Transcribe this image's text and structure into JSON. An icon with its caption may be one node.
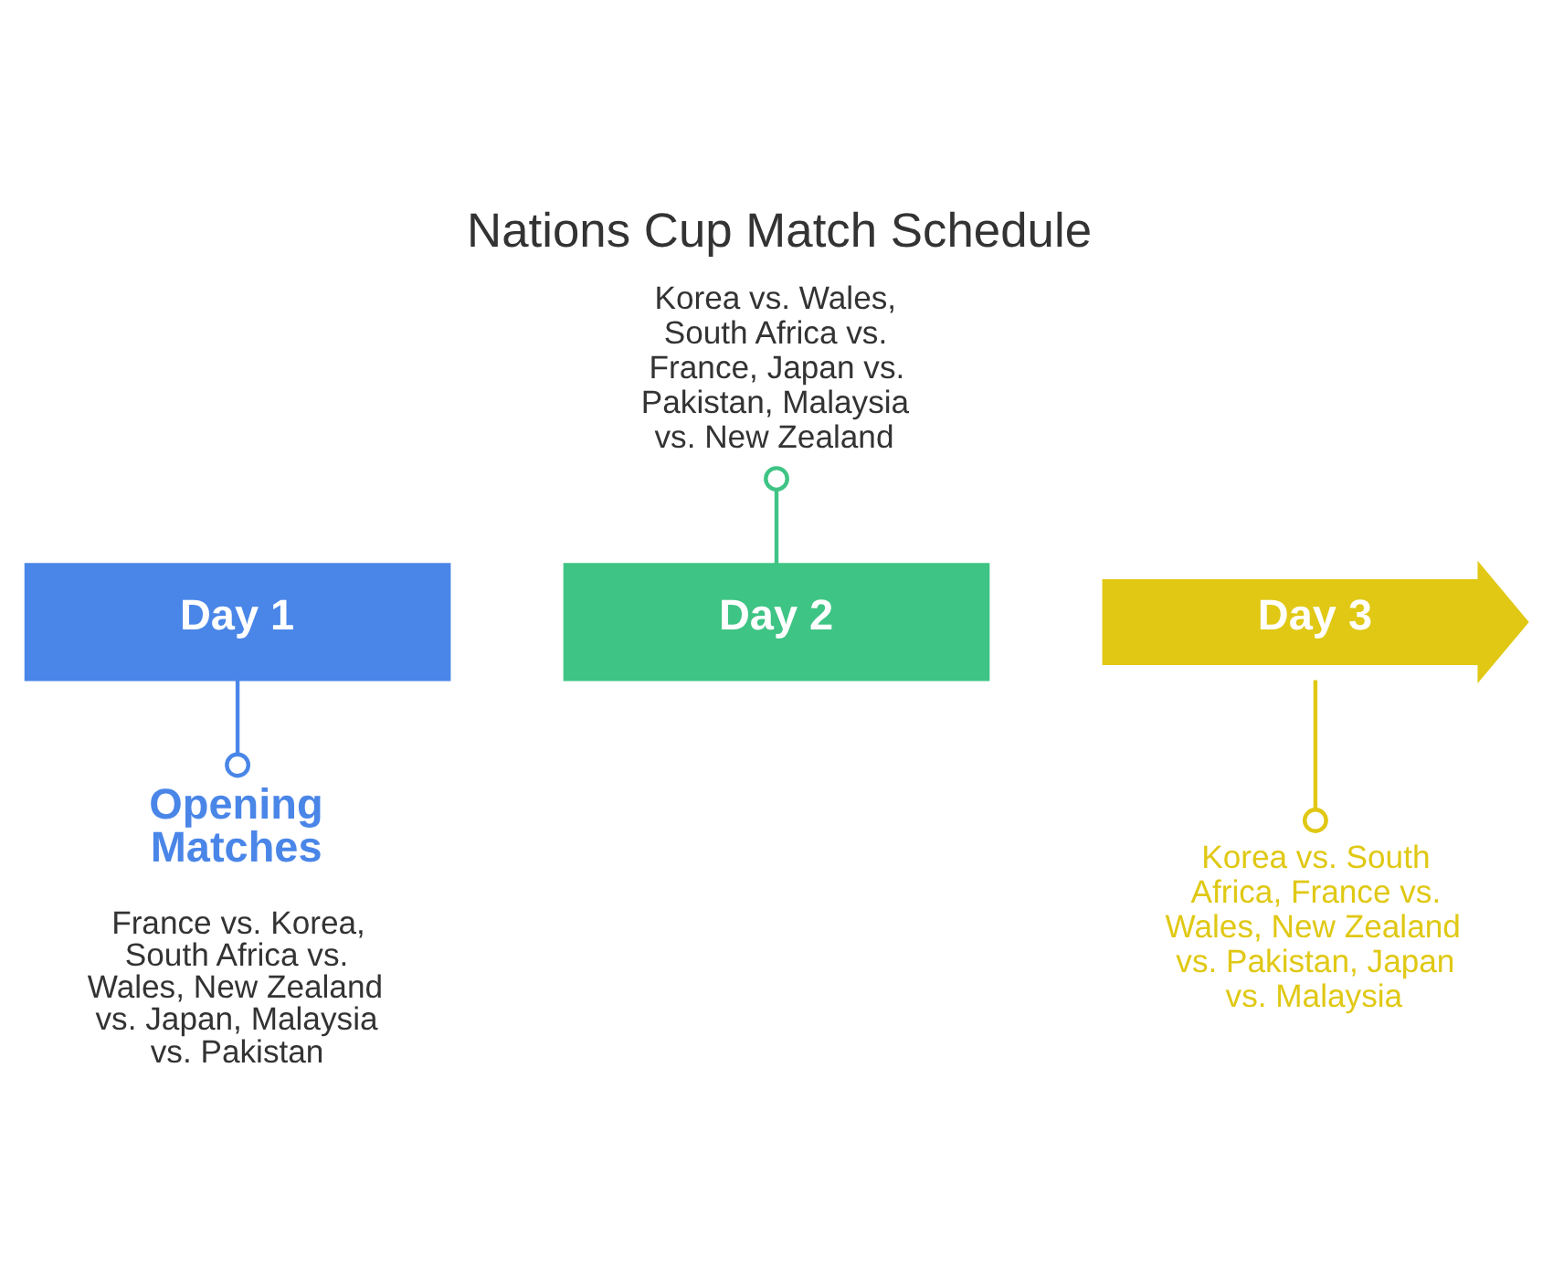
{
  "diagram": {
    "title": "Nations Cup Match Schedule",
    "nodes": [
      {
        "text": [
          "Day 1"
        ]
      },
      {
        "text": [
          "Opening Matches",
          "France vs. Korea, South Africa vs. Wales, New Zealand vs. Japan, Malaysia vs. Pakistan"
        ]
      },
      {
        "text": [
          "Day 2"
        ]
      },
      {
        "text": [
          "Korea vs. Wales, South Africa vs. France, Japan vs. Pakistan, Malaysia vs. New Zealand"
        ]
      },
      {
        "text": [
          "Day 3"
        ]
      },
      {
        "text": [
          "Korea vs. South Africa, France vs. Wales, New Zealand vs. Pakistan, Japan vs. Malaysia"
        ]
      }
    ],
    "edges": [
      {
        "from": 0,
        "to": 1,
        "arrow": "other",
        "color": "#4a86e8"
      },
      {
        "from": 2,
        "to": 3,
        "arrow": "other",
        "color": "#3ec484"
      },
      {
        "from": 4,
        "to": 5,
        "arrow": "other",
        "color": "#e0c814"
      }
    ]
  }
}
